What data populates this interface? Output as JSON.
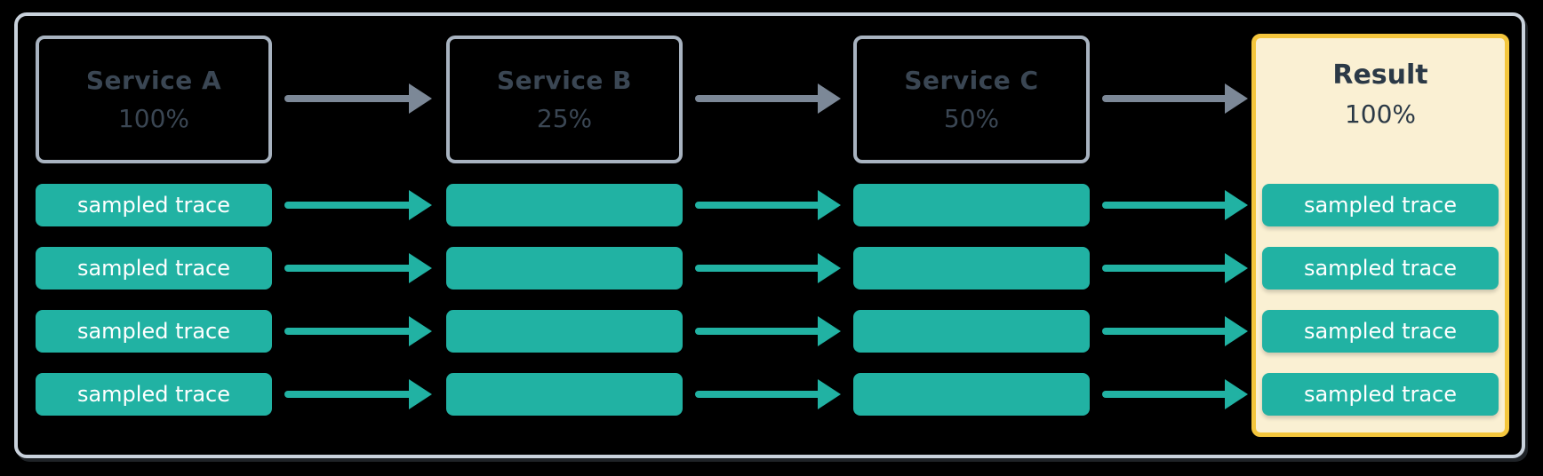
{
  "diagram": {
    "description": "Trace sampling flow: traces pass through three services into a result set",
    "background": "#000000"
  },
  "services": [
    {
      "name": "Service A",
      "rate": "100%"
    },
    {
      "name": "Service B",
      "rate": "25%"
    },
    {
      "name": "Service C",
      "rate": "50%"
    }
  ],
  "result": {
    "name": "Result",
    "rate": "100%"
  },
  "labels": {
    "sampled_trace": "sampled trace"
  },
  "rows": {
    "count": 4
  },
  "colors": {
    "teal_pill": "#21B2A3",
    "teal_arrow": "#21B2A3",
    "gray_arrow": "#7C8897",
    "service_box_border": "#A8B3C0",
    "service_text": "#3A4653",
    "frame_border": "#C9D2DC",
    "result_background": "#FAF0D3",
    "result_border": "#F4C63D",
    "result_text": "#2B3946",
    "pill_text": "#FFFFFF",
    "background": "#000000"
  }
}
